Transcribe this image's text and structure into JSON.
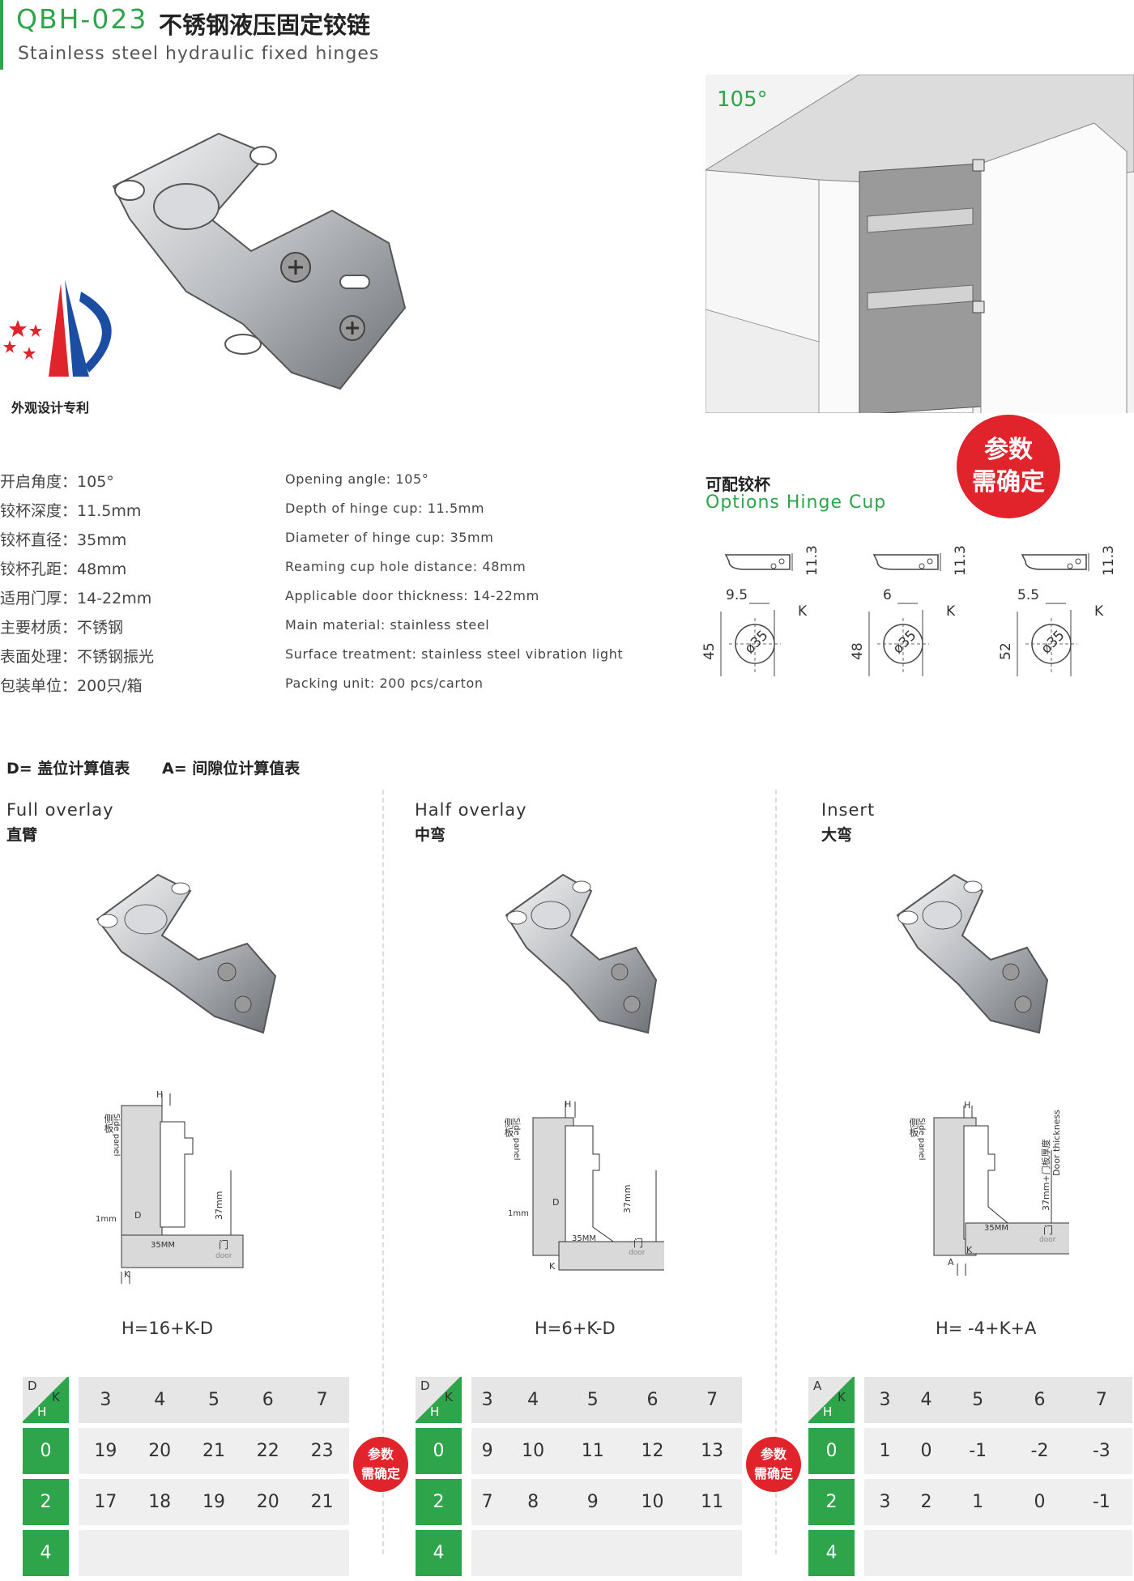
{
  "header": {
    "code": "QBH-023",
    "title_cn": "不锈钢液压固定铰链",
    "title_en": "Stainless steel hydraulic fixed hinges"
  },
  "patent_label": "外观设计专利",
  "angle_label": "105°",
  "badge": {
    "line1": "参数",
    "line2": "需确定"
  },
  "specs_cn": [
    {
      "label": "开启角度：",
      "value": "105°"
    },
    {
      "label": "铰杯深度：",
      "value": "11.5mm"
    },
    {
      "label": "铰杯直径：",
      "value": "35mm"
    },
    {
      "label": "铰杯孔距：",
      "value": "48mm"
    },
    {
      "label": "适用门厚：",
      "value": "14-22mm"
    },
    {
      "label": "主要材质：",
      "value": "不锈钢"
    },
    {
      "label": "表面处理：",
      "value": "不锈钢振光"
    },
    {
      "label": "包装单位：",
      "value": "200只/箱"
    }
  ],
  "specs_en": [
    "Opening angle: 105°",
    "Depth of hinge cup: 11.5mm",
    "Diameter of hinge cup: 35mm",
    "Reaming cup hole distance: 48mm",
    "Applicable door thickness: 14-22mm",
    "Main material: stainless steel",
    "Surface treatment: stainless steel vibration light",
    "Packing unit: 200 pcs/carton"
  ],
  "hinge_cup": {
    "title_cn": "可配铰杯",
    "title_en": "Options Hinge Cup",
    "cups": [
      {
        "depth": "11.3",
        "offset": "9.5",
        "height": "45",
        "dia": "ø35",
        "k": "K"
      },
      {
        "depth": "11.3",
        "offset": "6",
        "height": "48",
        "dia": "ø35",
        "k": "K"
      },
      {
        "depth": "11.3",
        "offset": "5.5",
        "height": "52",
        "dia": "ø35",
        "k": "K"
      }
    ]
  },
  "legend": "D= 盖位计算值表      A= 间隙位计算值表",
  "columns": [
    {
      "title_en": "Full overlay",
      "title_cn": "直臂",
      "formula": "H=16+K-D",
      "corner_top": "D",
      "corner_right": "K",
      "corner_bottom": "H",
      "diagram": {
        "side_cn": "侧板",
        "side_en": "Side panel",
        "dim_37": "37mm",
        "dim_35": "35MM",
        "dim_1": "1mm",
        "h": "H",
        "d": "D",
        "k": "K",
        "door_cn": "门",
        "door_en": "door"
      },
      "headers": [
        "3",
        "4",
        "5",
        "6",
        "7"
      ],
      "rows": [
        {
          "h": "0",
          "vals": [
            "19",
            "20",
            "21",
            "22",
            "23"
          ]
        },
        {
          "h": "2",
          "vals": [
            "17",
            "18",
            "19",
            "20",
            "21"
          ]
        },
        {
          "h": "4",
          "vals": [
            "",
            "",
            "",
            "",
            ""
          ]
        }
      ]
    },
    {
      "title_en": "Half overlay",
      "title_cn": "中弯",
      "formula": "H=6+K-D",
      "corner_top": "D",
      "corner_right": "K",
      "corner_bottom": "H",
      "diagram": {
        "side_cn": "侧板",
        "side_en": "Side panel",
        "dim_37": "37mm",
        "dim_35": "35MM",
        "dim_1": "1mm",
        "h": "H",
        "d": "D",
        "k": "K",
        "door_cn": "门",
        "door_en": "door"
      },
      "headers": [
        "3",
        "4",
        "5",
        "6",
        "7"
      ],
      "rows": [
        {
          "h": "0",
          "vals": [
            "9",
            "10",
            "11",
            "12",
            "13"
          ]
        },
        {
          "h": "2",
          "vals": [
            "7",
            "8",
            "9",
            "10",
            "11"
          ]
        },
        {
          "h": "4",
          "vals": [
            "",
            "",
            "",
            "",
            ""
          ]
        }
      ]
    },
    {
      "title_en": "Insert",
      "title_cn": "大弯",
      "formula": "H= -4+K+A",
      "corner_top": "A",
      "corner_right": "K",
      "corner_bottom": "H",
      "diagram": {
        "side_cn": "侧板",
        "side_en": "Side panel",
        "dim_37": "37mm+门板厚度",
        "door_thick": "Door thickness",
        "dim_35": "35MM",
        "h": "H",
        "a": "A",
        "k": "K",
        "door_cn": "门",
        "door_en": "door"
      },
      "headers": [
        "3",
        "4",
        "5",
        "6",
        "7"
      ],
      "rows": [
        {
          "h": "0",
          "vals": [
            "1",
            "0",
            "-1",
            "-2",
            "-3"
          ]
        },
        {
          "h": "2",
          "vals": [
            "3",
            "2",
            "1",
            "0",
            "-1"
          ]
        },
        {
          "h": "4",
          "vals": [
            "",
            "",
            "",
            "",
            ""
          ]
        }
      ]
    }
  ],
  "colors": {
    "accent": "#2ea54a",
    "badge": "#e1232b"
  }
}
